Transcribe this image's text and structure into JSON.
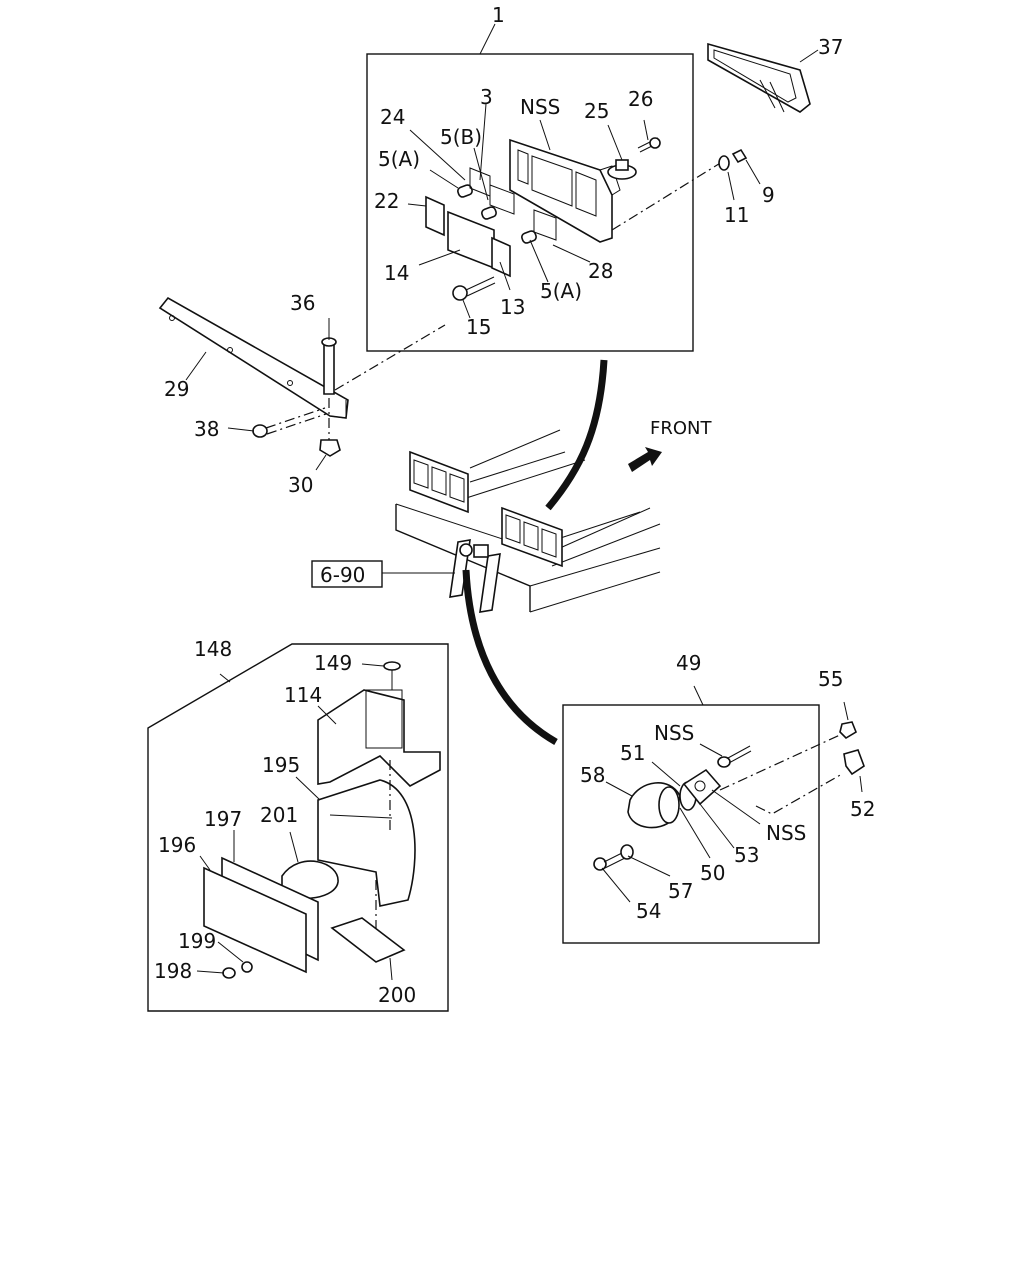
{
  "labels": {
    "l1": "1",
    "l37": "37",
    "l3": "3",
    "lnss1": "NSS",
    "l25": "25",
    "l26": "26",
    "l24": "24",
    "l5b": "5(B)",
    "l5a1": "5(A)",
    "l22": "22",
    "l9": "9",
    "l11": "11",
    "l14": "14",
    "l28": "28",
    "l5a2": "5(A)",
    "l13": "13",
    "l15": "15",
    "l36": "36",
    "l29": "29",
    "l38": "38",
    "l30": "30",
    "front": "FRONT",
    "ref690": "6-90",
    "l148": "148",
    "l149": "149",
    "l114": "114",
    "l195": "195",
    "l197": "197",
    "l201": "201",
    "l196": "196",
    "l199": "199",
    "l198": "198",
    "l200": "200",
    "l49": "49",
    "l55": "55",
    "lnss2": "NSS",
    "l51": "51",
    "l58": "58",
    "l52": "52",
    "lnss3": "NSS",
    "l53": "53",
    "l50": "50",
    "l57": "57",
    "l54": "54"
  }
}
